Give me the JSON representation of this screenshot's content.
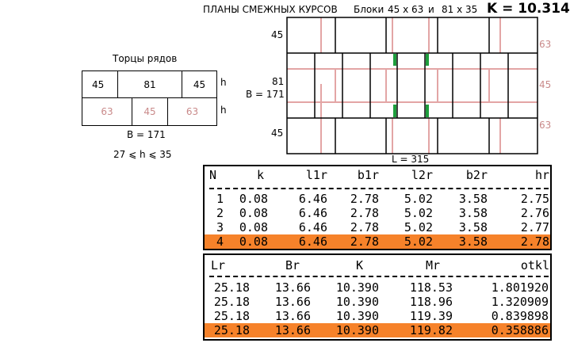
{
  "title": "ПЛАНЫ СМЕЖНЫХ КУРСОВ",
  "blocks_label": "Блоки",
  "blocks_a": "45 x 63",
  "blocks_and": "и",
  "blocks_b": "81 x 35",
  "k_value": "K = 10.314",
  "small": {
    "title": "Торцы рядов",
    "top": [
      "45",
      "81",
      "45"
    ],
    "bottom": [
      "63",
      "45",
      "63"
    ],
    "h_top": "h",
    "h_bottom": "h",
    "width_label": "B = 171",
    "constraint": "27  ⩽  h  ⩽  35"
  },
  "plan": {
    "left_labels": [
      "45",
      "81",
      "45"
    ],
    "b_label": "B = 171",
    "right_labels": [
      "63",
      "45",
      "63"
    ],
    "l_label": "L = 315",
    "colors": {
      "pink": "#e3a5a5",
      "green": "#1e9e3c"
    }
  },
  "table1": {
    "headers": [
      "N",
      "k",
      "l1r",
      "b1r",
      "l2r",
      "b2r",
      "hr"
    ],
    "rows": [
      [
        "1",
        "0.08",
        "6.46",
        "2.78",
        "5.02",
        "3.58",
        "2.75"
      ],
      [
        "2",
        "0.08",
        "6.46",
        "2.78",
        "5.02",
        "3.58",
        "2.76"
      ],
      [
        "3",
        "0.08",
        "6.46",
        "2.78",
        "5.02",
        "3.58",
        "2.77"
      ],
      [
        "4",
        "0.08",
        "6.46",
        "2.78",
        "5.02",
        "3.58",
        "2.78"
      ]
    ],
    "highlight_row": 3,
    "highlight_color": "#f6822a"
  },
  "table2": {
    "headers": [
      "Lr",
      "Br",
      "K",
      "Mr",
      "otkl"
    ],
    "rows": [
      [
        "25.18",
        "13.66",
        "10.390",
        "118.53",
        "1.801920"
      ],
      [
        "25.18",
        "13.66",
        "10.390",
        "118.96",
        "1.320909"
      ],
      [
        "25.18",
        "13.66",
        "10.390",
        "119.39",
        "0.839898"
      ],
      [
        "25.18",
        "13.66",
        "10.390",
        "119.82",
        "0.358886"
      ]
    ],
    "highlight_row": 3
  }
}
